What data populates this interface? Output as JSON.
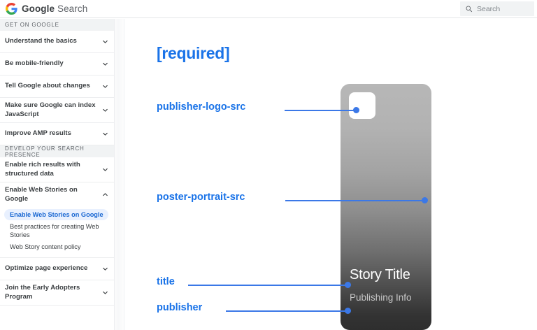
{
  "header": {
    "logo_icon": "google-g-logo",
    "brand_bold": "Google",
    "brand_light": " Search",
    "search": {
      "icon": "search-icon",
      "placeholder": "Search",
      "value": ""
    }
  },
  "sidebar": {
    "sections": [
      {
        "heading": "GET ON GOOGLE",
        "items": [
          {
            "label": "Understand the basics",
            "icon": "chevron-down-icon",
            "expanded": false
          },
          {
            "label": "Be mobile-friendly",
            "icon": "chevron-down-icon",
            "expanded": false
          },
          {
            "label": "Tell Google about changes",
            "icon": "chevron-down-icon",
            "expanded": false
          },
          {
            "label": "Make sure Google can index JavaScript",
            "icon": "chevron-down-icon",
            "expanded": false
          },
          {
            "label": "Improve AMP results",
            "icon": "chevron-down-icon",
            "expanded": false
          }
        ]
      },
      {
        "heading": "DEVELOP YOUR SEARCH PRESENCE",
        "items": [
          {
            "label": "Enable rich results with structured data",
            "icon": "chevron-down-icon",
            "expanded": false
          },
          {
            "label": "Enable Web Stories on Google",
            "icon": "chevron-up-icon",
            "expanded": true,
            "children": [
              {
                "label": "Enable Web Stories on Google",
                "active": true
              },
              {
                "label": "Best practices for creating Web Stories",
                "active": false
              },
              {
                "label": "Web Story content policy",
                "active": false
              }
            ]
          },
          {
            "label": "Optimize page experience",
            "icon": "chevron-down-icon",
            "expanded": false
          },
          {
            "label": "Join the Early Adopters Program",
            "icon": "chevron-down-icon",
            "expanded": false
          }
        ]
      }
    ]
  },
  "main": {
    "title": "[required]",
    "callouts": [
      {
        "label": "publisher-logo-src"
      },
      {
        "label": "poster-portrait-src"
      },
      {
        "label": "title"
      },
      {
        "label": "publisher"
      }
    ],
    "phone": {
      "story_title": "Story Title",
      "publishing_info": "Publishing Info",
      "publisher_logo_placeholder": "publisher-logo-placeholder"
    }
  },
  "colors": {
    "accent_blue": "#1a73e8",
    "line_blue": "#3b78e7",
    "active_pill_bg": "#e8f0fe",
    "active_text": "#1967d2",
    "section_head_bg": "#f1f3f4",
    "phone_top": "#b7b7b7",
    "phone_bottom": "#2e2e2e"
  }
}
